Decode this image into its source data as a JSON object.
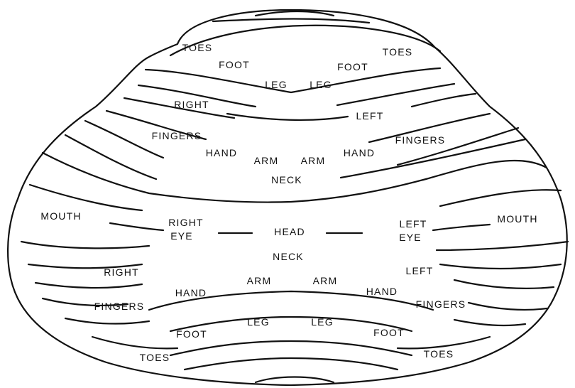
{
  "labels": {
    "toes_left_top": "TOES",
    "toes_right_top": "TOES",
    "foot_left_top": "FOOT",
    "foot_right_top": "FOOT",
    "leg_left_top": "LEG",
    "leg_right_top": "LEG",
    "right_top": "RIGHT",
    "left_top": "LEFT",
    "fingers_left_top": "FINGERS",
    "fingers_right_top": "FINGERS",
    "hand_left_top": "HAND",
    "hand_right_top": "HAND",
    "arm_left_top": "ARM",
    "arm_right_top": "ARM",
    "neck_top": "NECK",
    "mouth_left": "MOUTH",
    "mouth_right": "MOUTH",
    "right_eye_1": "RIGHT",
    "right_eye_2": "EYE",
    "left_eye_1": "LEFT",
    "left_eye_2": "EYE",
    "head": "HEAD",
    "neck_bottom": "NECK",
    "arm_left_bottom": "ARM",
    "arm_right_bottom": "ARM",
    "right_bottom": "RIGHT",
    "left_bottom": "LEFT",
    "hand_left_bottom": "HAND",
    "hand_right_bottom": "HAND",
    "fingers_left_bottom": "FINGERS",
    "fingers_right_bottom": "FINGERS",
    "leg_left_bottom": "LEG",
    "leg_right_bottom": "LEG",
    "foot_left_bottom": "FOOT",
    "foot_right_bottom": "FOOT",
    "toes_left_bottom": "TOES",
    "toes_right_bottom": "TOES"
  }
}
